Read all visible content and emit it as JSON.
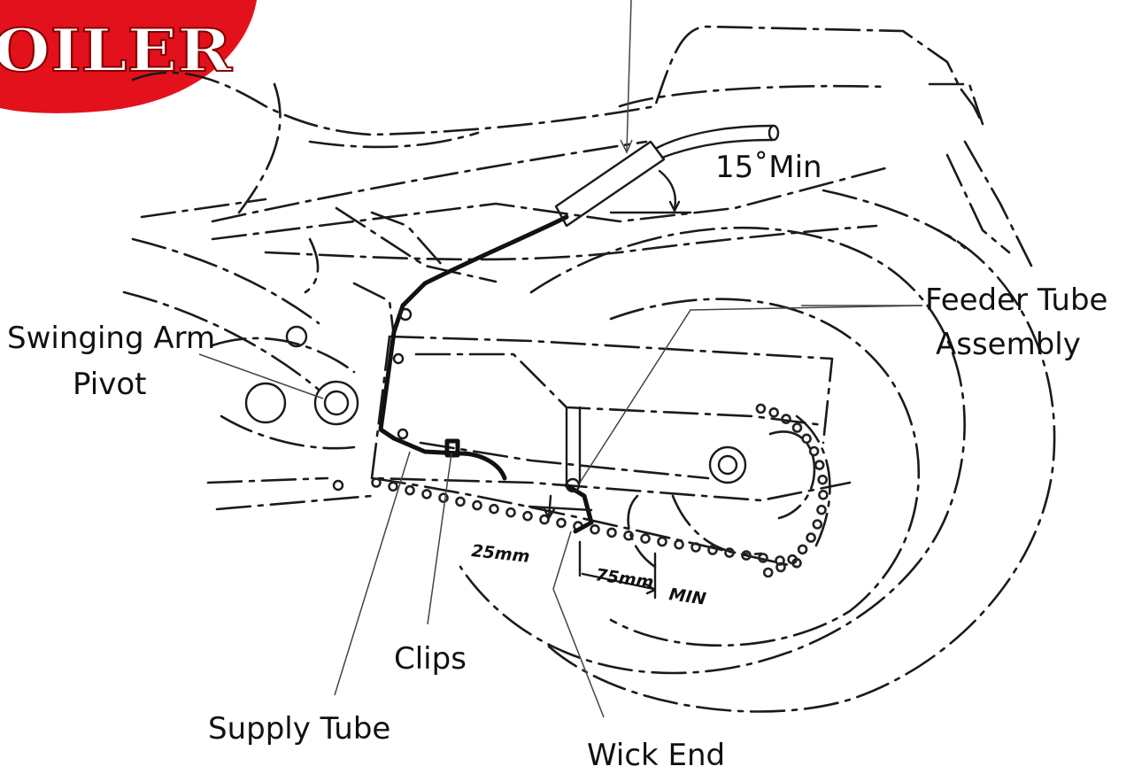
{
  "logo": {
    "text": "OILER",
    "color": "#e3111b"
  },
  "labels": {
    "angle": "15˚Min",
    "feeder_line1": "Feeder Tube",
    "feeder_line2": "Assembly",
    "pivot_line1": "Swinging Arm",
    "pivot_line2": "Pivot",
    "clips": "Clips",
    "supply": "Supply Tube",
    "wick": "Wick End"
  },
  "dimensions": {
    "gap": "25mm",
    "distance": "75mm",
    "min": "MIN"
  },
  "colors": {
    "line": "#1a1a1a",
    "background": "#ffffff"
  }
}
